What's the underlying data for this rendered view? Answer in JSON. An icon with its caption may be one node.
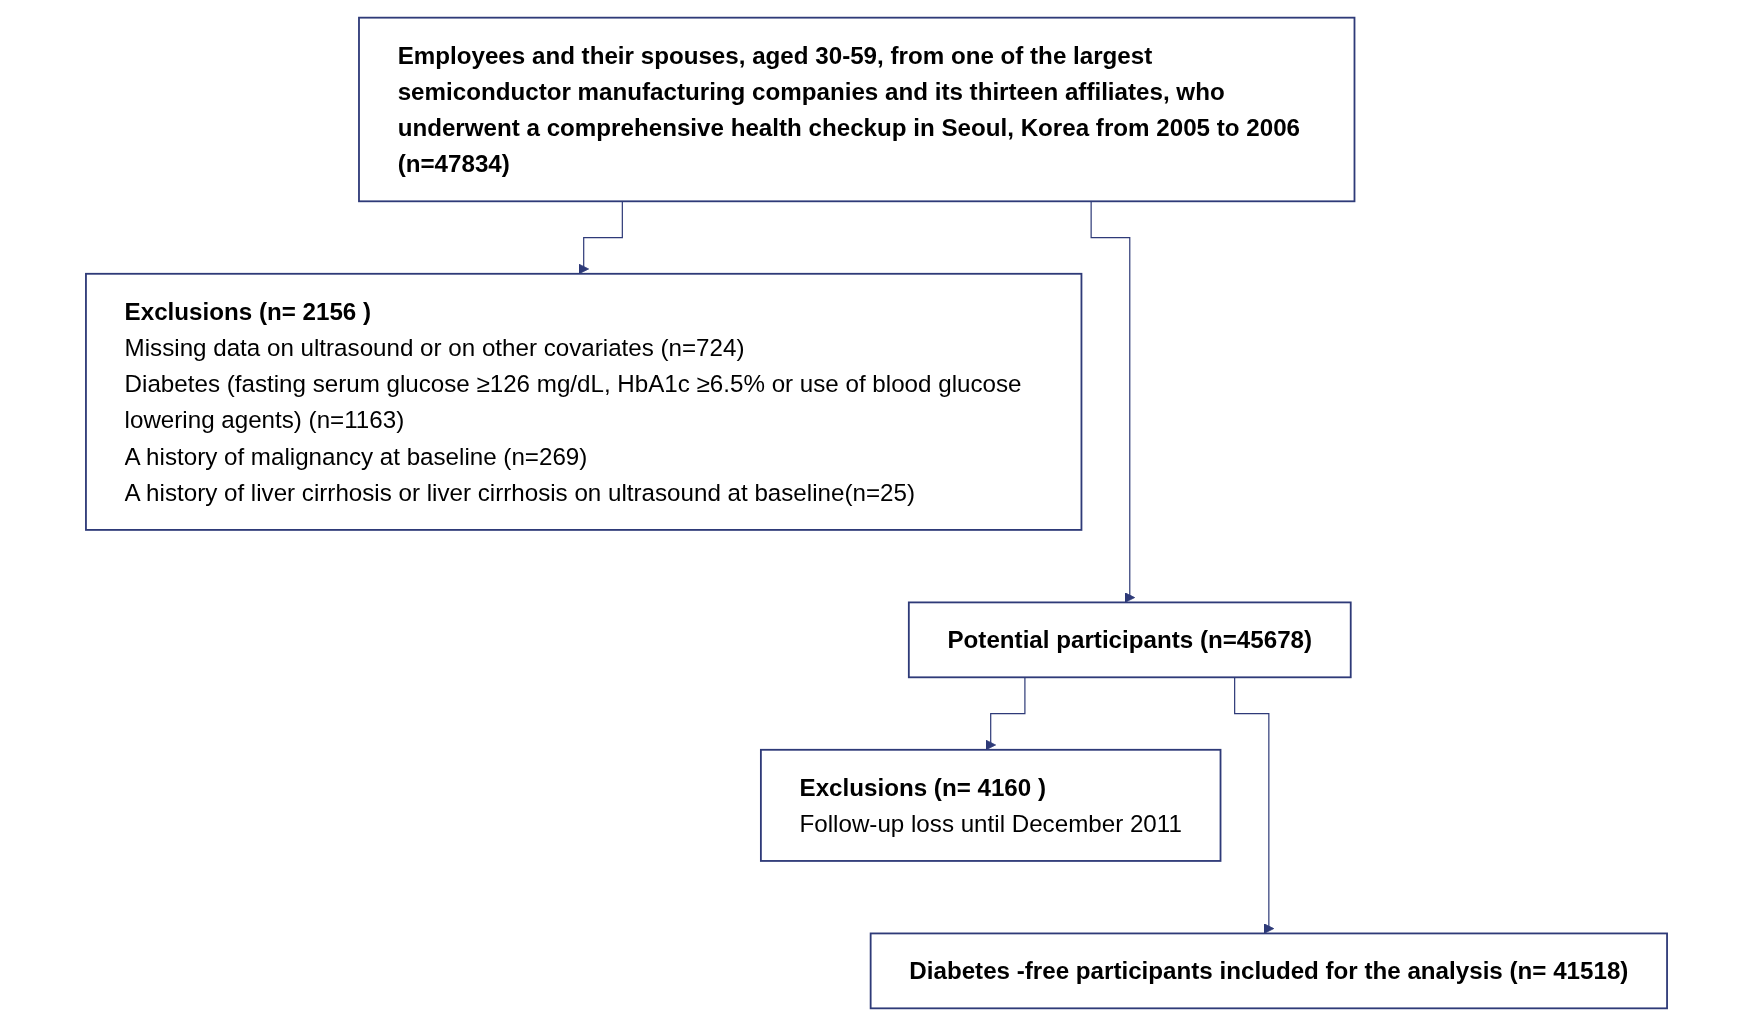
{
  "diagram": {
    "nodes": [
      {
        "text": [
          "Employees and their spouses, aged 30-59, from one of the largest semiconductor manufacturing companies and its thirteen affiliates, who underwent a comprehensive health checkup in Seoul, Korea from 2005 to 2006 (n=47834)"
        ]
      },
      {
        "text": [
          "Exclusions (n= 2156 )",
          "Missing data on ultrasound or on other covariates (n=724)",
          "Diabetes (fasting serum glucose ≥126 mg/dL, HbA1c ≥6.5% or use of blood glucose lowering agents) (n=1163)",
          "A history of malignancy at baseline (n=269)",
          "A history of liver cirrhosis or liver cirrhosis on ultrasound at baseline(n=25)"
        ]
      },
      {
        "text": [
          "Potential participants (n=45678)"
        ]
      },
      {
        "text": [
          "Exclusions (n= 4160 )",
          "Follow-up loss until December 2011"
        ]
      },
      {
        "text": [
          "Diabetes -free participants included for the analysis (n= 41518)"
        ]
      }
    ],
    "edges": [
      {
        "from": 0,
        "to": 1,
        "arrow": "to"
      },
      {
        "from": 0,
        "to": 2,
        "arrow": "to"
      },
      {
        "from": 2,
        "to": 3,
        "arrow": "to"
      },
      {
        "from": 2,
        "to": 4,
        "arrow": "to"
      }
    ]
  }
}
